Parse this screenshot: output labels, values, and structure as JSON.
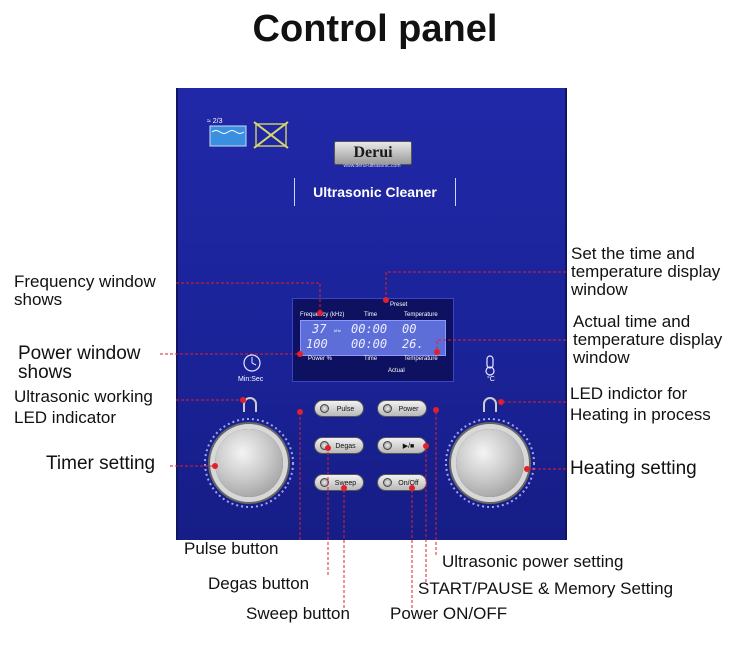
{
  "title": "Control panel",
  "panel": {
    "level_mark": "≈ 2/3",
    "brand": "Derui",
    "brand_url": "www.derui-ultrasonic.com",
    "product_name": "Ultrasonic Cleaner",
    "timer_unit": "Min:Sec",
    "temp_unit": "°C"
  },
  "lcd": {
    "freq_header": "Frequency (kHz)",
    "preset": "Preset",
    "time": "Time",
    "temperature": "Temperature",
    "power_header": "Power %",
    "actual": "Actual",
    "row1_freq": "37",
    "row1_unit": "kHz",
    "row1_time": "00:00",
    "row1_temp": "00",
    "row2_power": "100",
    "row2_time": "00:00",
    "row2_temp": "26."
  },
  "buttons": {
    "pulse": "Pulse",
    "degas": "Degas",
    "sweep": "Sweep",
    "power": "Power",
    "start": "▶/■",
    "onoff": "On/Off"
  },
  "callouts": {
    "frequency_window_1": "Frequency window",
    "frequency_window_2": "shows",
    "power_window_1": "Power window",
    "power_window_2": "shows",
    "ultrasonic_led_1": "Ultrasonic working",
    "ultrasonic_led_2": "LED indicator",
    "timer_setting": "Timer setting",
    "preset_display_1": "Set the time and",
    "preset_display_2": "temperature display",
    "preset_display_3": "window",
    "actual_display_1": "Actual time and",
    "actual_display_2": "temperature display",
    "actual_display_3": "window",
    "heating_led_1": "LED indictor for",
    "heating_led_2": "Heating in process",
    "heating_setting": "Heating setting",
    "pulse_button": "Pulse button",
    "degas_button": "Degas button",
    "sweep_button": "Sweep button",
    "ultrasonic_power": "Ultrasonic power setting",
    "start_pause": "START/PAUSE & Memory Setting",
    "power_onoff": "Power ON/OFF"
  },
  "colors": {
    "panel": "#1b2399",
    "callout_line": "#e0202a",
    "lcd": "#5d6ed9"
  }
}
